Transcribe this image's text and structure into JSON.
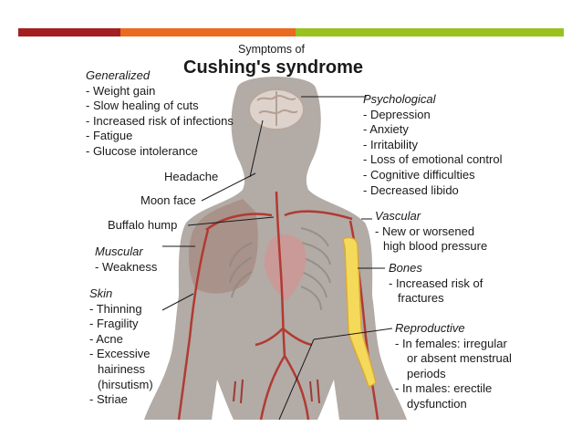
{
  "header": {
    "supertitle": "Symptoms of",
    "title": "Cushing's syndrome"
  },
  "groups": {
    "generalized": {
      "label": "Generalized",
      "items": [
        "- Weight gain",
        "- Slow healing of cuts",
        "- Increased risk of infections",
        "- Fatigue",
        "- Glucose intolerance"
      ]
    },
    "psychological": {
      "label": "Psychological",
      "items": [
        "- Depression",
        "- Anxiety",
        "- Irritability",
        "- Loss of emotional control",
        "- Cognitive difficulties",
        "- Decreased libido"
      ]
    },
    "vascular": {
      "label": "Vascular",
      "items": [
        "- New or worsened",
        "high blood pressure"
      ]
    },
    "bones": {
      "label": "Bones",
      "items": [
        "- Increased risk of",
        "fractures"
      ]
    },
    "reproductive": {
      "label": "Reproductive",
      "items": [
        "- In females: irregular",
        "or absent menstrual",
        "periods",
        "- In males: erectile",
        "dysfunction"
      ]
    },
    "muscular": {
      "label": "Muscular",
      "items": [
        "- Weakness"
      ]
    },
    "skin": {
      "label": "Skin",
      "items": [
        "- Thinning",
        "- Fragility",
        "- Acne",
        "- Excessive",
        "hairiness",
        "(hirsutism)",
        "- Striae"
      ]
    }
  },
  "callouts": {
    "headache": "Headache",
    "moon_face": "Moon face",
    "buffalo_hump": "Buffalo hump"
  },
  "colors": {
    "bar_red": "#a31f1f",
    "bar_orange": "#ea6a1f",
    "bar_green": "#98c21e",
    "body": "#b3aba6",
    "vessel": "#b13a33",
    "bone": "#f5d95a"
  }
}
